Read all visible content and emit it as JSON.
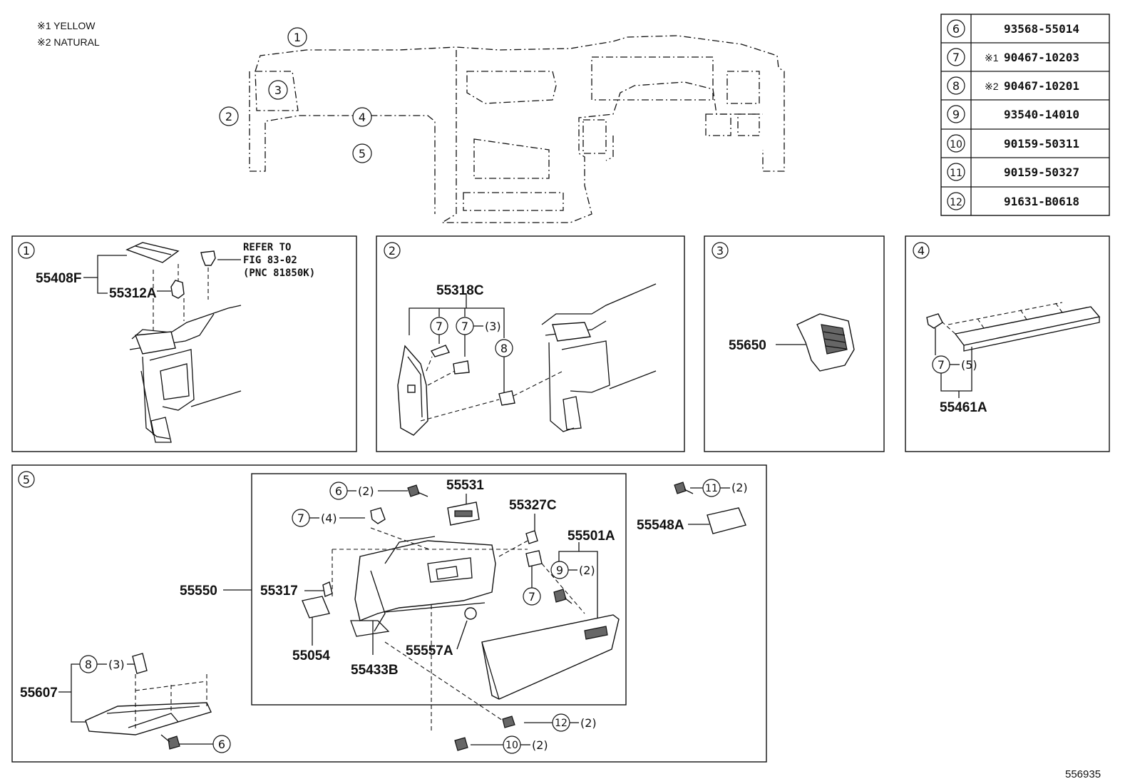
{
  "notes": [
    "※1 YELLOW",
    "※2 NATURAL"
  ],
  "diagram_id": "556935",
  "parts_table": [
    {
      "ref": "6",
      "prefix": "",
      "part": "93568-55014"
    },
    {
      "ref": "7",
      "prefix": "※1",
      "part": "90467-10203"
    },
    {
      "ref": "8",
      "prefix": "※2",
      "part": "90467-10201"
    },
    {
      "ref": "9",
      "prefix": "",
      "part": "93540-14010"
    },
    {
      "ref": "10",
      "prefix": "",
      "part": "90159-50311"
    },
    {
      "ref": "11",
      "prefix": "",
      "part": "90159-50327"
    },
    {
      "ref": "12",
      "prefix": "",
      "part": "91631-B0618"
    }
  ],
  "overview_callouts": [
    "1",
    "2",
    "3",
    "4",
    "5"
  ],
  "panel1": {
    "id": "1",
    "p1": "55408F",
    "p2": "55312A",
    "ref_l1": "REFER TO",
    "ref_l2": "FIG 83-02",
    "ref_l3": "(PNC 81850K)"
  },
  "panel2": {
    "id": "2",
    "p1": "55318C",
    "c7a": "7",
    "c7b": "7",
    "qty3": "(3)",
    "c8": "8"
  },
  "panel3": {
    "id": "3",
    "p1": "55650"
  },
  "panel4": {
    "id": "4",
    "p1": "55461A",
    "c7": "7",
    "qty5": "(5)"
  },
  "panel5": {
    "id": "5",
    "p55531": "55531",
    "p55327C": "55327C",
    "p55501A": "55501A",
    "p55550": "55550",
    "p55317": "55317",
    "p55054": "55054",
    "p55433B": "55433B",
    "p55557A": "55557A",
    "p55548A": "55548A",
    "p55607": "55607",
    "c6a": "6",
    "qty2a": "(2)",
    "c7a": "7",
    "qty4": "(4)",
    "c9": "9",
    "qty2b": "(2)",
    "c7b": "7",
    "c11": "11",
    "qty2c": "(2)",
    "c12": "12",
    "qty2d": "(2)",
    "c10": "10",
    "qty2e": "(2)",
    "c8": "8",
    "qty3": "(3)",
    "c6b": "6"
  }
}
